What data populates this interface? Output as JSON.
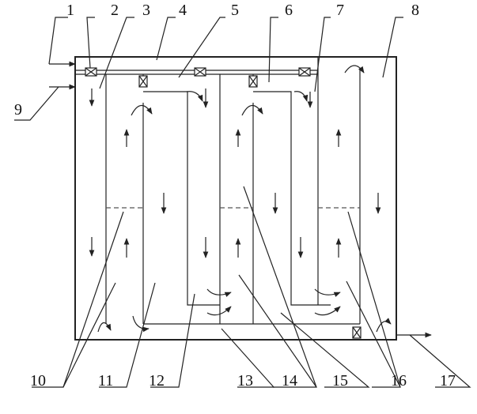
{
  "labels": {
    "l1": "1",
    "l2": "2",
    "l3": "3",
    "l4": "4",
    "l5": "5",
    "l6": "6",
    "l7": "7",
    "l8": "8",
    "l9": "9",
    "l10": "10",
    "l11": "11",
    "l12": "12",
    "l13": "13",
    "l14": "14",
    "l15": "15",
    "l16": "16",
    "l17": "17"
  },
  "colors": {
    "line": "#222222",
    "dashed": "#555555",
    "background": "#ffffff"
  }
}
